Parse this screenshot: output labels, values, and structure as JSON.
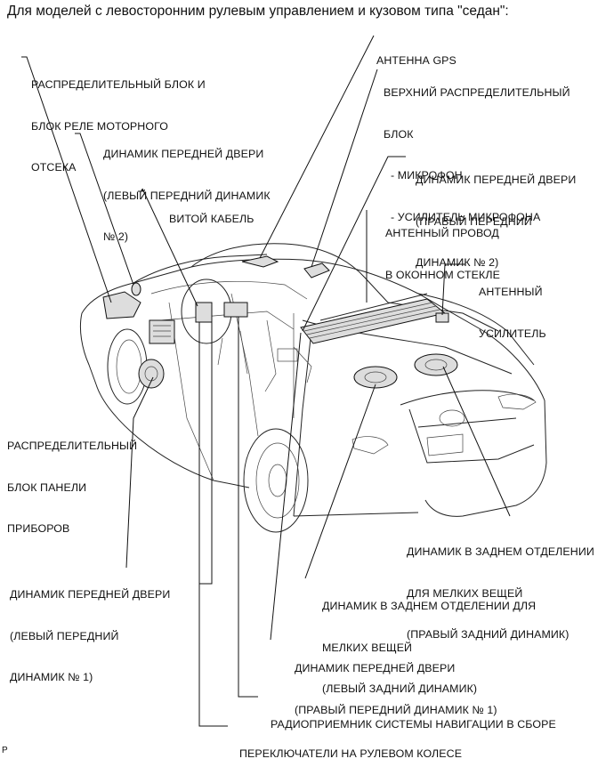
{
  "title": "Для моделей с левосторонним рулевым управлением и кузовом типа \"седан\":",
  "footer_mark": "P",
  "labels": {
    "engine_room_relay": [
      "РАСПРЕДЕЛИТЕЛЬНЫЙ БЛОК И",
      "БЛОК РЕЛЕ МОТОРНОГО",
      "ОТСЕКА"
    ],
    "gps_antenna": [
      "АНТЕННА GPS"
    ],
    "overhead_junction": [
      "ВЕРХНИЙ РАСПРЕДЕЛИТЕЛЬНЫЙ",
      "БЛОК",
      "- МИКРОФОН",
      "- УСИЛИТЕЛЬ МИКРОФОНА"
    ],
    "front_door_left_2": [
      "ДИНАМИК ПЕРЕДНЕЙ ДВЕРИ",
      "(ЛЕВЫЙ ПЕРЕДНИЙ ДИНАМИК",
      "№ 2)"
    ],
    "front_door_right_2": [
      "ДИНАМИК ПЕРЕДНЕЙ ДВЕРИ",
      "(ПРАВЫЙ ПЕРЕДНИЙ",
      "ДИНАМИК № 2)"
    ],
    "spiral_cable": [
      "ВИТОЙ КАБЕЛЬ"
    ],
    "window_antenna": [
      "АНТЕННЫЙ ПРОВОД",
      "В ОКОННОМ СТЕКЛЕ"
    ],
    "antenna_amp": [
      "АНТЕННЫЙ",
      "УСИЛИТЕЛЬ"
    ],
    "instrument_junction": [
      "РАСПРЕДЕЛИТЕЛЬНЫЙ",
      "БЛОК ПАНЕЛИ",
      "ПРИБОРОВ"
    ],
    "rear_right_speaker": [
      "ДИНАМИК В ЗАДНЕМ ОТДЕЛЕНИИ",
      "ДЛЯ МЕЛКИХ ВЕЩЕЙ",
      "(ПРАВЫЙ ЗАДНИЙ ДИНАМИК)"
    ],
    "front_door_left_1": [
      "ДИНАМИК ПЕРЕДНЕЙ ДВЕРИ",
      "(ЛЕВЫЙ ПЕРЕДНИЙ",
      "ДИНАМИК № 1)"
    ],
    "rear_left_speaker": [
      "ДИНАМИК В ЗАДНЕМ ОТДЕЛЕНИИ ДЛЯ",
      "МЕЛКИХ ВЕЩЕЙ",
      "(ЛЕВЫЙ ЗАДНИЙ ДИНАМИК)"
    ],
    "front_door_right_1": [
      "ДИНАМИК ПЕРЕДНЕЙ ДВЕРИ",
      "(ПРАВЫЙ ПЕРЕДНИЙ ДИНАМИК № 1)"
    ],
    "nav_receiver": [
      "РАДИОПРИЕМНИК СИСТЕМЫ НАВИГАЦИИ В СБОРЕ"
    ],
    "steering_switches": [
      "ПЕРЕКЛЮЧАТЕЛИ НА РУЛЕВОМ КОЛЕСЕ"
    ]
  }
}
